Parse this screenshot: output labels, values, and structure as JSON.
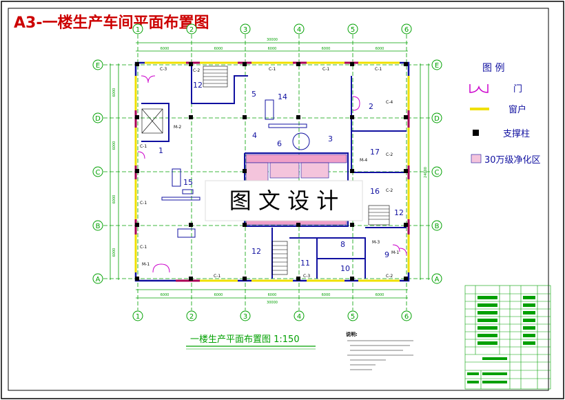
{
  "sheet": {
    "title": "A3-一楼生产车间平面布置图",
    "watermark": "图 文 设 计",
    "drawing_caption": "一楼生产平面布置图 1:150",
    "notes_heading": "说明:"
  },
  "legend": {
    "heading": "图  例",
    "items": [
      {
        "icon": "door-symbol-icon",
        "label": "门"
      },
      {
        "icon": "window-symbol-icon",
        "label": "窗户"
      },
      {
        "icon": "column-symbol-icon",
        "label": "支撑柱"
      },
      {
        "icon": "cleanroom-hatch-icon",
        "label": "30万级净化区"
      }
    ]
  },
  "axes": {
    "columns": [
      "1",
      "2",
      "3",
      "4",
      "5",
      "6"
    ],
    "rows": [
      "E",
      "D",
      "C",
      "B",
      "A"
    ]
  },
  "dimensions": {
    "top_total": "30000",
    "top_bays": [
      "6000",
      "6000",
      "6000",
      "6000",
      "6000"
    ],
    "bottom_total": "30000",
    "bottom_bays": [
      "6000",
      "6000",
      "6000",
      "6000",
      "6000"
    ],
    "left_bays": [
      "6000",
      "6000",
      "6000",
      "6000"
    ],
    "right_total": "24000"
  },
  "rooms": [
    "1",
    "2",
    "3",
    "4",
    "5",
    "6",
    "8",
    "9",
    "10",
    "11",
    "12",
    "14",
    "15",
    "16",
    "17"
  ],
  "openings": {
    "windows": [
      "C-1",
      "C-2",
      "C-3",
      "C-4"
    ],
    "doors": [
      "M-1",
      "M-2",
      "M-3",
      "M-4"
    ]
  },
  "colors": {
    "border": "#000000",
    "title_red": "#cc0000",
    "wall_blue": "#1010a0",
    "window_yellow": "#f0e000",
    "column_black": "#000000",
    "door_magenta": "#cc00cc",
    "dim_green": "#00a000",
    "cleanroom_pink": "#f0a0c8"
  }
}
